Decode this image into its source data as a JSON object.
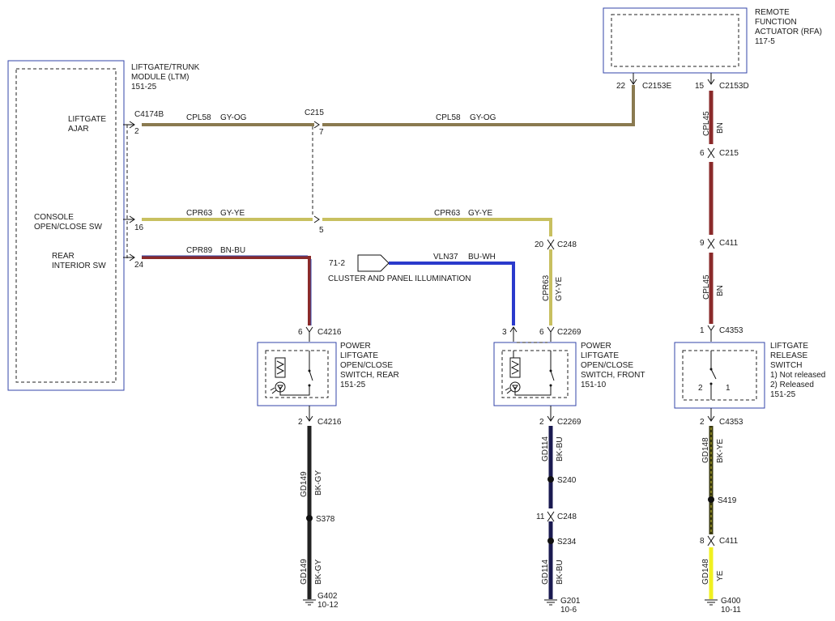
{
  "modules": {
    "ltm": {
      "name_l1": "LIFTGATE/TRUNK",
      "name_l2": "MODULE (LTM)",
      "ref": "151-25",
      "pin_liftgate_ajar_l1": "LIFTGATE",
      "pin_liftgate_ajar_l2": "AJAR",
      "pin_console_l1": "CONSOLE",
      "pin_console_l2": "OPEN/CLOSE SW",
      "pin_rear_l1": "REAR",
      "pin_rear_l2": "INTERIOR SW"
    },
    "rfa": {
      "name_l1": "REMOTE",
      "name_l2": "FUNCTION",
      "name_l3": "ACTUATOR (RFA)",
      "ref": "117-5"
    },
    "rear_switch": {
      "l1": "POWER",
      "l2": "LIFTGATE",
      "l3": "OPEN/CLOSE",
      "l4": "SWITCH, REAR",
      "ref": "151-25"
    },
    "front_switch": {
      "l1": "POWER",
      "l2": "LIFTGATE",
      "l3": "OPEN/CLOSE",
      "l4": "SWITCH, FRONT",
      "ref": "151-10"
    },
    "release_switch": {
      "l1": "LIFTGATE",
      "l2": "RELEASE",
      "l3": "SWITCH",
      "l4": "1) Not released",
      "l5": "2) Released",
      "ref": "151-25",
      "pin_a": "2",
      "pin_b": "1"
    },
    "cluster": {
      "ref": "71-2",
      "name": "CLUSTER AND PANEL ILLUMINATION"
    }
  },
  "connectors": {
    "c4174b": "C4174B",
    "c215": "C215",
    "c2153e": "C2153E",
    "c2153d": "C2153D",
    "c248": "C248",
    "c4216": "C4216",
    "c2269": "C2269",
    "c411": "C411",
    "c4353": "C4353"
  },
  "pins": {
    "ltm_ajar": "2",
    "ltm_console": "16",
    "ltm_rear": "24",
    "c215_ajar": "7",
    "c215_console": "5",
    "c2153e": "22",
    "c2153d": "15",
    "c215_bn": "6",
    "c411_bn": "9",
    "c4353_top": "1",
    "c248_top": "20",
    "c4216_top": "6",
    "c2269_a": "3",
    "c2269_b": "6",
    "c4216_bot": "2",
    "c2269_bot": "2",
    "c4353_bot": "2",
    "c248_bot": "11",
    "c411_bot": "8"
  },
  "wires": {
    "cpl58": "CPL58",
    "gy_og": "GY-OG",
    "cpr63": "CPR63",
    "gy_ye": "GY-YE",
    "cpr89": "CPR89",
    "bn_bu": "BN-BU",
    "vln37": "VLN37",
    "bu_wh": "BU-WH",
    "cpl45": "CPL45",
    "bn": "BN",
    "gd149": "GD149",
    "bk_gy": "BK-GY",
    "gd114": "GD114",
    "bk_bu": "BK-BU",
    "gd148": "GD148",
    "bk_ye": "BK-YE",
    "ye": "YE"
  },
  "splices": {
    "s378": "S378",
    "s240": "S240",
    "s234": "S234",
    "s419": "S419"
  },
  "grounds": {
    "g402": "G402",
    "g402_ref": "10-12",
    "g201": "G201",
    "g201_ref": "10-6",
    "g400": "G400",
    "g400_ref": "10-11"
  },
  "colors": {
    "gy_og": "#8a7a50",
    "gy_ye": "#c8c060",
    "bn_bu_a": "#8a2a2a",
    "bn_bu_b": "#3344aa",
    "bu_wh": "#2a3acc",
    "bn": "#8a2a2a",
    "bk_gy": "#222222",
    "bk_bu": "#1a1a50",
    "bk_ye": "#3a3a10",
    "ye": "#f0f020",
    "box": "#3344aa"
  }
}
